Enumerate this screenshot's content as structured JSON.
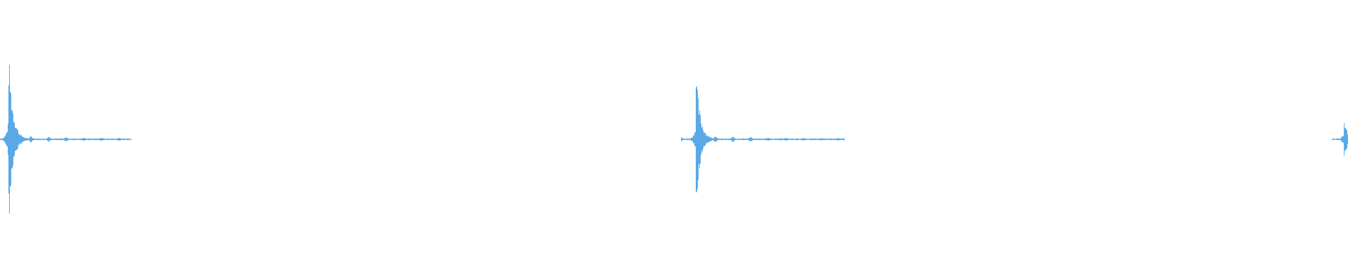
{
  "waveform": {
    "color": "#5aa9e6",
    "segments": [
      {
        "start": 0.0,
        "end": 0.097,
        "peak_time": 0.006,
        "peak_amplitude": 0.64
      },
      {
        "start": 0.505,
        "end": 0.626,
        "peak_time": 0.516,
        "peak_amplitude": 0.5
      },
      {
        "start": 0.988,
        "end": 1.0,
        "peak_time": 0.997,
        "peak_amplitude": 0.13
      }
    ]
  }
}
